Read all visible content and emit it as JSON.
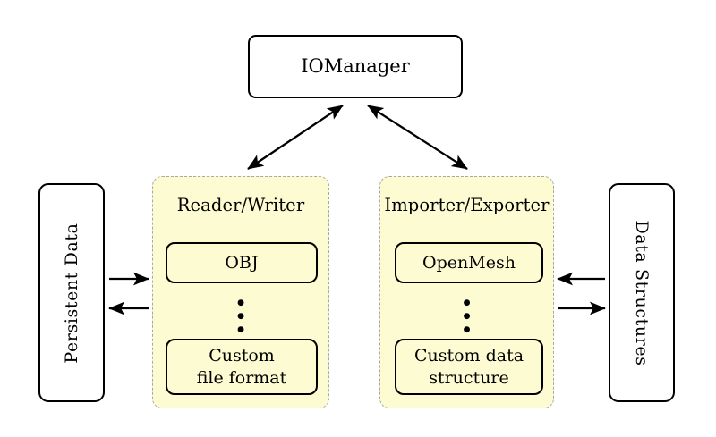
{
  "diagram": {
    "title": "IOManager",
    "manager": {
      "label": "IOManager"
    },
    "left_source": {
      "label": "Persistent Data",
      "rotation": "-90"
    },
    "right_source": {
      "label": "Data Structures",
      "rotation": "90"
    },
    "groups": [
      {
        "id": "reader-writer",
        "title": "Reader/Writer",
        "items": [
          {
            "id": "obj",
            "label": "OBJ",
            "lines": [
              "OBJ"
            ]
          },
          {
            "id": "ellipsis",
            "label": "⋮",
            "lines": []
          },
          {
            "id": "custom-file-format",
            "label": "Custom file format",
            "lines": [
              "Custom",
              "file format"
            ]
          }
        ]
      },
      {
        "id": "importer-exporter",
        "title": "Importer/Exporter",
        "items": [
          {
            "id": "openmesh",
            "label": "OpenMesh",
            "lines": [
              "OpenMesh"
            ]
          },
          {
            "id": "ellipsis",
            "label": "⋮",
            "lines": []
          },
          {
            "id": "custom-data-structure",
            "label": "Custom data structure",
            "lines": [
              "Custom data",
              "structure"
            ]
          }
        ]
      }
    ],
    "connections": [
      {
        "id": "manager-to-reader-writer",
        "from": "IOManager",
        "to": "Reader/Writer",
        "style": "double-headed"
      },
      {
        "id": "manager-to-importer-exporter",
        "from": "IOManager",
        "to": "Importer/Exporter",
        "style": "double-headed"
      },
      {
        "id": "persistent-data-to-reader-writer",
        "from": "Persistent Data",
        "to": "Reader/Writer",
        "style": "single-headed-right"
      },
      {
        "id": "reader-writer-to-persistent-data",
        "from": "Reader/Writer",
        "to": "Persistent Data",
        "style": "single-headed-left"
      },
      {
        "id": "data-structures-to-importer-exporter",
        "from": "Data Structures",
        "to": "Importer/Exporter",
        "style": "single-headed-left"
      },
      {
        "id": "importer-exporter-to-data-structures",
        "from": "Importer/Exporter",
        "to": "Data Structures",
        "style": "single-headed-right"
      }
    ],
    "colors": {
      "group_fill": "#FCFBD1",
      "group_border": "#A8A8A8",
      "box_border": "#000000",
      "box_fill": "#FFFFFF",
      "background": "#FFFFFF",
      "text": "#000000"
    }
  }
}
